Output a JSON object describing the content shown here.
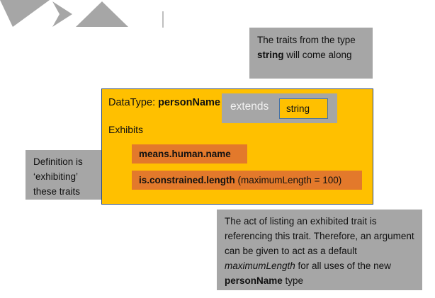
{
  "diagram": {
    "title_prefix": "DataType: ",
    "title_name": "personName",
    "exhibits_label": "Exhibits",
    "extends": {
      "keyword": "extends",
      "type": "string"
    },
    "traits": [
      {
        "name": "means.human.name",
        "args": ""
      },
      {
        "name": "is.constrained.length",
        "args": " (maximumLength = 100)"
      }
    ]
  },
  "callouts": {
    "string_traits": {
      "part1": "The traits from the type ",
      "bold": "string",
      "part2": " will come along"
    },
    "definition_exhibiting": {
      "text": "Definition is ‘exhibiting’ these traits"
    },
    "listing_trait": {
      "part1": "The act of listing an exhibited trait is referencing this trait. Therefore, an argument can be given to act as a default ",
      "italic": "maximumLength",
      "part2": " for all uses of the new ",
      "bold": "personName",
      "part3": " type"
    }
  },
  "colors": {
    "box_fill": "#FFC000",
    "box_border": "#2E4C7B",
    "trait_fill": "#E3792B",
    "trait_border": "#FFC000",
    "callout_fill": "#A6A6A6",
    "extends_text": "#F2F2F2",
    "string_chip_border": "#4472A8",
    "tick_mark": "#BFBFBF"
  }
}
